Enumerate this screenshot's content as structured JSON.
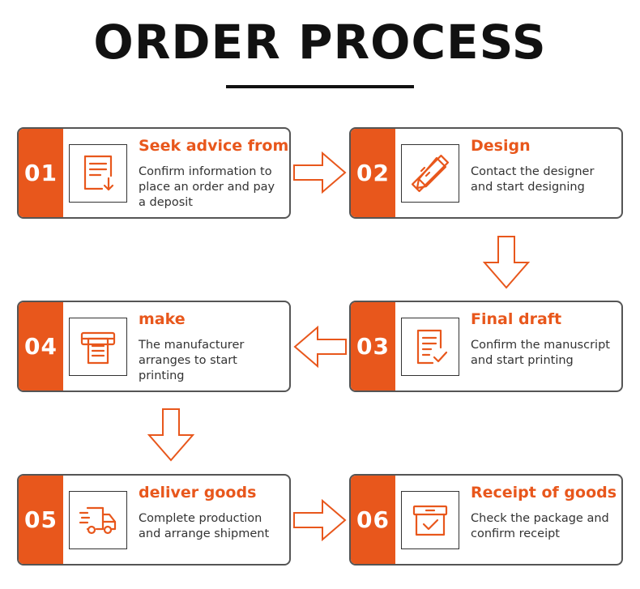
{
  "header": {
    "title": "ORDER PROCESS"
  },
  "accent_color": "#e8571c",
  "steps": [
    {
      "number": "01",
      "title": "Seek advice from",
      "description": "Confirm information to place an order and pay a deposit",
      "icon": "form-download-icon"
    },
    {
      "number": "02",
      "title": "Design",
      "description": "Contact the designer and start designing",
      "icon": "ruler-pencil-icon"
    },
    {
      "number": "03",
      "title": "Final draft",
      "description": "Confirm the manuscript and start printing",
      "icon": "document-check-icon"
    },
    {
      "number": "04",
      "title": "make",
      "description": "The manufacturer arranges to start printing",
      "icon": "printer-icon"
    },
    {
      "number": "05",
      "title": "deliver goods",
      "description": "Complete production and arrange shipment",
      "icon": "delivery-truck-icon"
    },
    {
      "number": "06",
      "title": "Receipt of goods",
      "description": "Check the package and confirm receipt",
      "icon": "package-check-icon"
    }
  ]
}
